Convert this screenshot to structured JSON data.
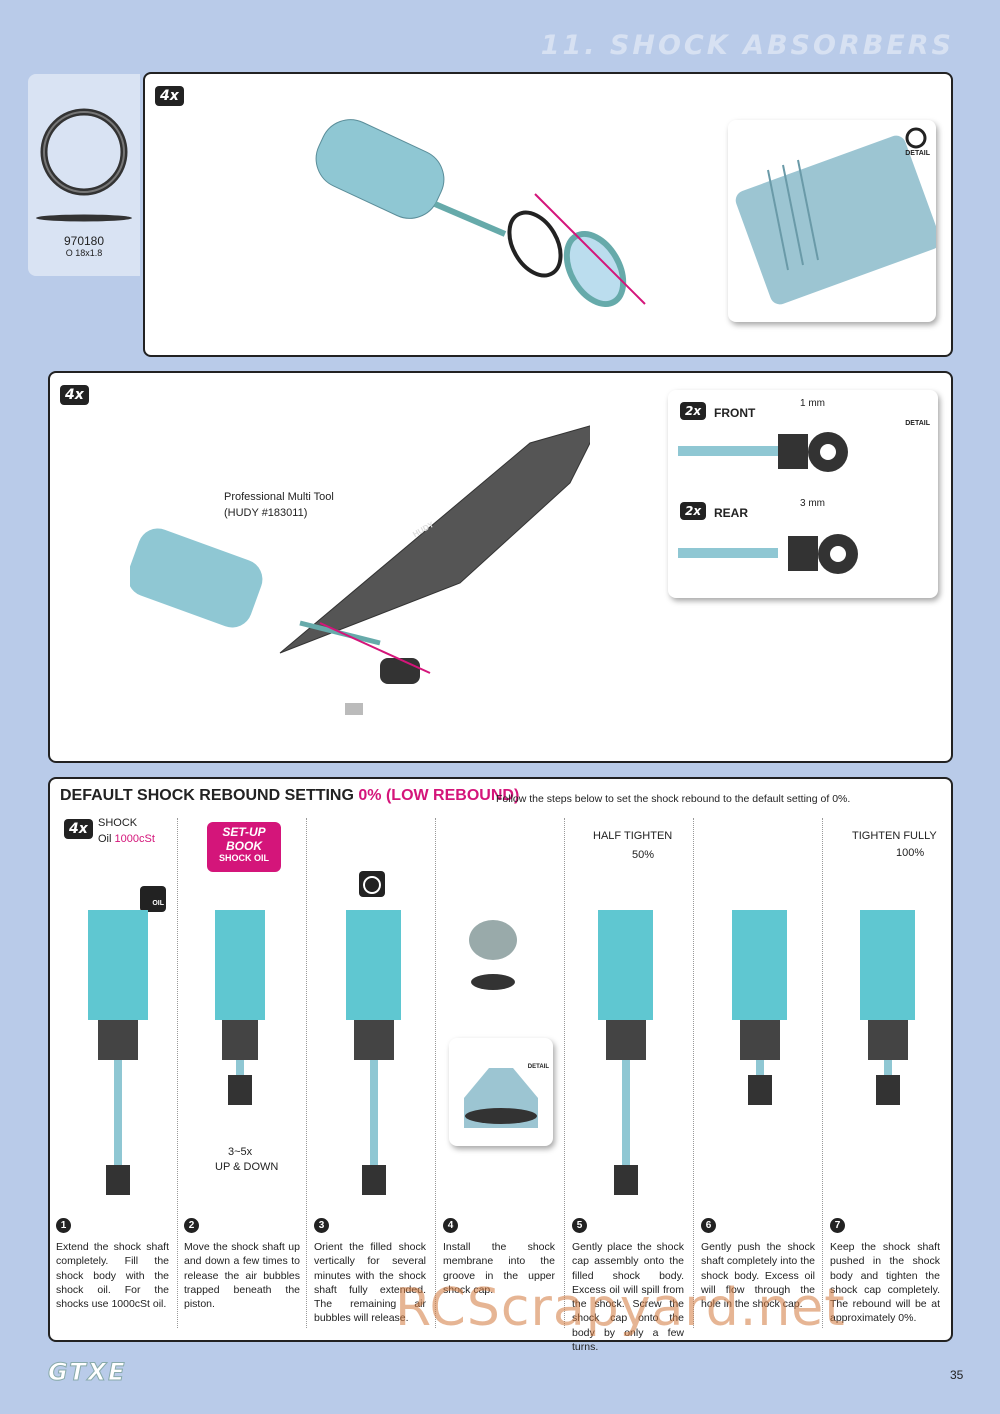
{
  "header": {
    "section_title": "11. SHOCK ABSORBERS"
  },
  "panel1": {
    "quantity": "4x",
    "part": {
      "number": "970180",
      "desc": "O 18x1.8"
    },
    "detail_label": "DETAIL"
  },
  "panel2": {
    "quantity": "4x",
    "tool_label": "Professional Multi Tool",
    "tool_part": "(HUDY #183011)",
    "tool_brand": "HUDY",
    "front": {
      "qty": "2x",
      "label": "FRONT",
      "gap": "1 mm"
    },
    "rear": {
      "qty": "2x",
      "label": "REAR",
      "gap": "3 mm"
    },
    "detail_label": "DETAIL"
  },
  "panel3": {
    "title_main": "DEFAULT SHOCK REBOUND SETTING",
    "title_value": "0% (LOW  REBOUND)",
    "subtitle": "Follow the steps below to set the shock rebound to the default setting of 0%.",
    "quantity": "4x",
    "oil": {
      "label": "SHOCK",
      "prefix": "Oil",
      "value": "1000cSt",
      "icon_label": "OIL"
    },
    "setup_book": {
      "line1": "SET-UP",
      "line2": "BOOK",
      "line3": "SHOCK OIL"
    },
    "updown": {
      "count": "3~5x",
      "label": "UP & DOWN"
    },
    "half_tighten": {
      "label": "HALF TIGHTEN",
      "pct": "50%"
    },
    "tighten_fully": {
      "label": "TIGHTEN FULLY",
      "pct": "100%"
    },
    "detail_label": "DETAIL",
    "steps": [
      {
        "n": "1",
        "text": "Extend the shock shaft completely. Fill the shock body with the shock oil. For the shocks use 1000cSt oil."
      },
      {
        "n": "2",
        "text": "Move the shock shaft up and down a few times to release the air bubbles trapped beneath the piston."
      },
      {
        "n": "3",
        "text": "Orient the filled shock vertically for several minutes with the shock shaft fully extended. The remaining air bubbles will release."
      },
      {
        "n": "4",
        "text": "Install the shock membrane into the groove in the upper shock cap."
      },
      {
        "n": "5",
        "text": "Gently place the shock cap assembly onto the filled shock body. Excess oil will spill from the shock. Screw the shock cap onto the body by only a few turns."
      },
      {
        "n": "6",
        "text": "Gently push the shock shaft completely into the shock body. Excess oil will flow through the hole in the shock cap."
      },
      {
        "n": "7",
        "text": "Keep the shock shaft pushed in the shock body and tighten the shock cap completely. The rebound will be at approximately 0%."
      }
    ]
  },
  "footer": {
    "logo": "GTXE",
    "page": "35",
    "watermark": "RCScrapyard.net"
  }
}
